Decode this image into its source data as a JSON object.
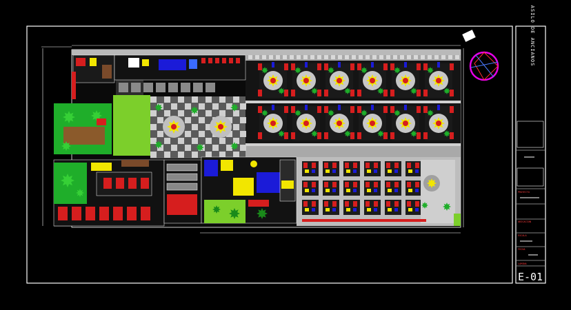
{
  "title_block": {
    "project_title": "ASILO DE ANCIANOS",
    "field_labels": [
      "PROYECTO",
      "UBICACION",
      "ESCALA",
      "FECHA",
      "LAMINA"
    ],
    "sheet_number": "E-01"
  },
  "colors": {
    "background": "#000000",
    "frame": "#ffffff",
    "green": "#1fae2a",
    "light_green": "#7ccf2b",
    "red": "#d61e1e",
    "yellow": "#f2e600",
    "blue": "#1b1bd8",
    "magenta": "#e600e6",
    "gray_paving": "#b9b9b9"
  }
}
